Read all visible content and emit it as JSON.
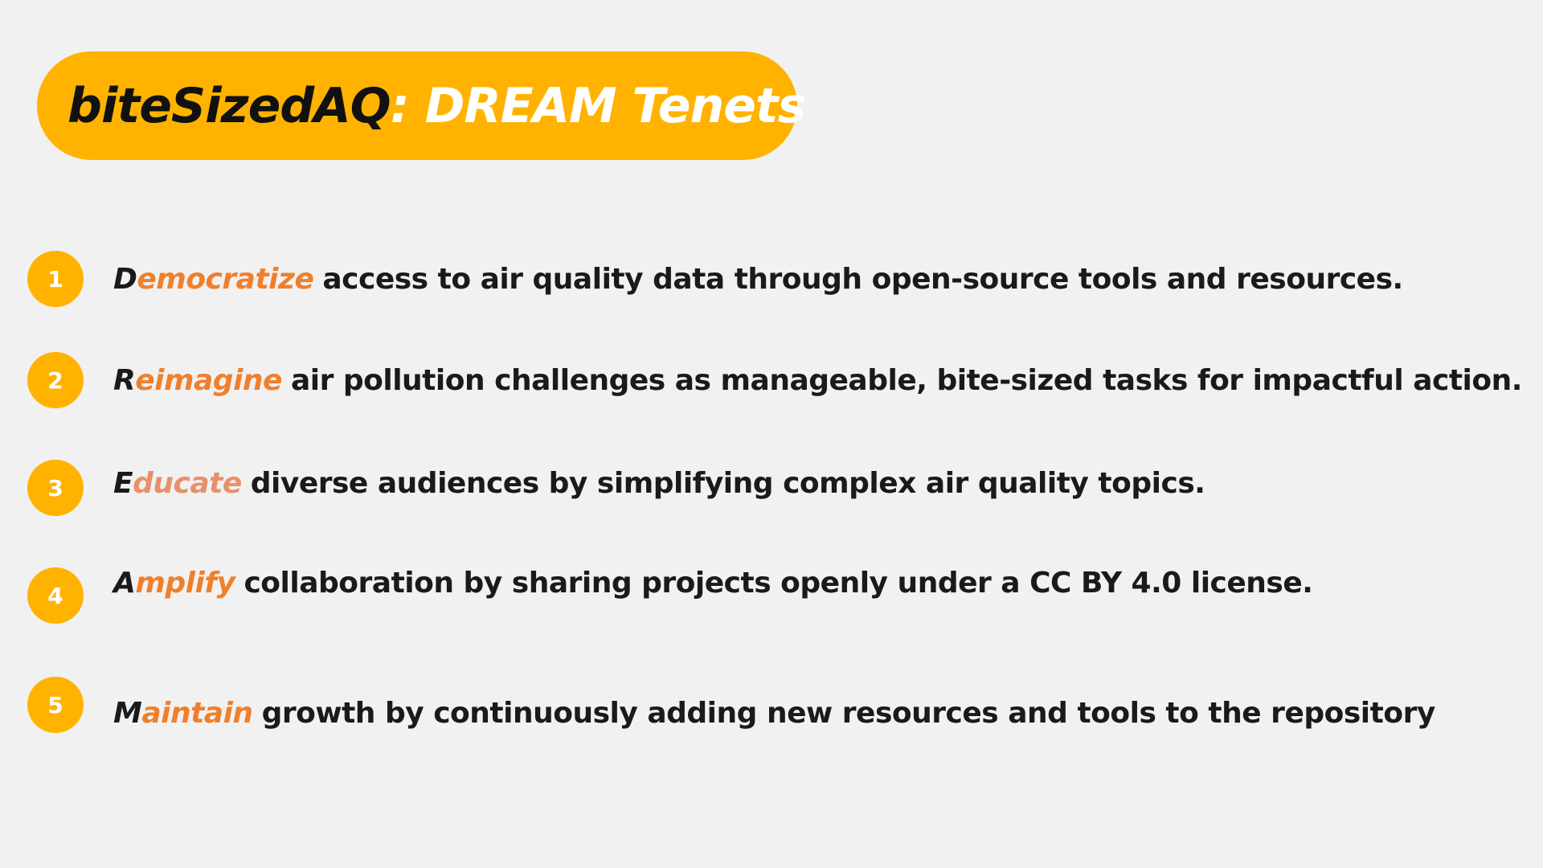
{
  "title": {
    "brand": "biteSizedAQ",
    "rest": ": DREAM Tenets"
  },
  "colors": {
    "accent": "#FFB300",
    "highlight": "#F07F2C",
    "highlight_soft": "#E8906A",
    "text": "#1a1a1a",
    "background": "#f1f1f1"
  },
  "tenets": [
    {
      "number": "1",
      "initial": "D",
      "rest_word": "emocratize",
      "description": "access to air quality data through open-source tools and resources.",
      "highlight_color": "#F07F2C"
    },
    {
      "number": "2",
      "initial": "R",
      "rest_word": "eimagine",
      "description": "air pollution challenges as manageable, bite-sized tasks for impactful action.",
      "highlight_color": "#F07F2C"
    },
    {
      "number": "3",
      "initial": "E",
      "rest_word": "ducate",
      "description": "diverse audiences by simplifying complex air quality topics.",
      "highlight_color": "#E8906A"
    },
    {
      "number": "4",
      "initial": "A",
      "rest_word": "mplify",
      "description": "collaboration by sharing projects openly under a CC BY 4.0 license.",
      "highlight_color": "#F07F2C"
    },
    {
      "number": "5",
      "initial": "M",
      "rest_word": "aintain",
      "description": "growth by continuously adding new resources and tools to the repository",
      "highlight_color": "#F07F2C"
    }
  ]
}
